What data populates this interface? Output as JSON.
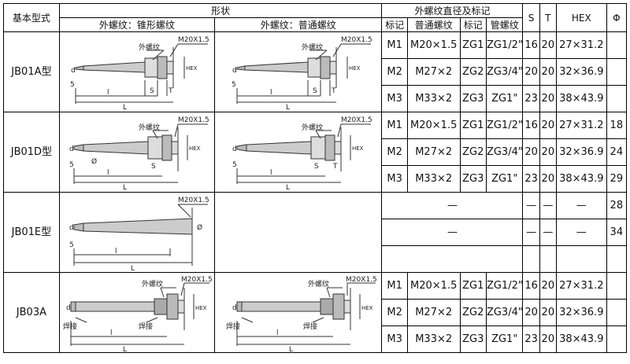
{
  "header": {
    "model_col": "基本型式",
    "shape_col": "形状",
    "shape_taper": "外螺纹：锥形螺纹",
    "shape_normal": "外螺纹：普通螺纹",
    "thread_col": "外螺纹直径及标记",
    "mark1": "标记",
    "normal_thread": "普通螺纹",
    "mark2": "标记",
    "pipe_thread": "管螺纹",
    "s": "S",
    "t": "T",
    "hex": "HEX",
    "phi": "Φ"
  },
  "drawing_labels": {
    "m20": "M20X1.5",
    "outer_thread": "外螺纹",
    "hex": "HEX",
    "d": "d",
    "L": "L",
    "l": "l",
    "s": "S",
    "t": "T",
    "five": "5",
    "phi": "Ø",
    "weld": "焊接"
  },
  "groups": [
    {
      "model": "JB01A型",
      "rows": [
        {
          "mark": "M1",
          "normal": "M20×1.5",
          "mark2": "ZG1",
          "pipe": "ZG1/2\"",
          "s": "16",
          "t": "20",
          "hex": "27×31.2",
          "phi": ""
        },
        {
          "mark": "M2",
          "normal": "M27×2",
          "mark2": "ZG2",
          "pipe": "ZG3/4\"",
          "s": "20",
          "t": "20",
          "hex": "32×36.9",
          "phi": ""
        },
        {
          "mark": "M3",
          "normal": "M33×2",
          "mark2": "ZG3",
          "pipe": "ZG1\"",
          "s": "23",
          "t": "20",
          "hex": "38×43.9",
          "phi": ""
        }
      ]
    },
    {
      "model": "JB01D型",
      "rows": [
        {
          "mark": "M1",
          "normal": "M20×1.5",
          "mark2": "ZG1",
          "pipe": "ZG1/2\"",
          "s": "16",
          "t": "20",
          "hex": "27×31.2",
          "phi": "18"
        },
        {
          "mark": "M2",
          "normal": "M27×2",
          "mark2": "ZG2",
          "pipe": "ZG3/4\"",
          "s": "20",
          "t": "20",
          "hex": "32×36.9",
          "phi": "24"
        },
        {
          "mark": "M3",
          "normal": "M33×2",
          "mark2": "ZG3",
          "pipe": "ZG1\"",
          "s": "23",
          "t": "20",
          "hex": "38×43.9",
          "phi": "29"
        }
      ]
    },
    {
      "model": "JB01E型",
      "rows": [
        {
          "dash": "—",
          "s": "—",
          "t": "—",
          "hex": "—",
          "phi": "28"
        },
        {
          "dash": "—",
          "s": "—",
          "t": "—",
          "hex": "—",
          "phi": "34"
        }
      ]
    },
    {
      "model": "JB03A",
      "rows": [
        {
          "mark": "M1",
          "normal": "M20×1.5",
          "mark2": "ZG1",
          "pipe": "ZG1/2\"",
          "s": "16",
          "t": "20",
          "hex": "27×31.2",
          "phi": ""
        },
        {
          "mark": "M2",
          "normal": "M27×2",
          "mark2": "ZG2",
          "pipe": "ZG3/4\"",
          "s": "20",
          "t": "20",
          "hex": "32×36.9",
          "phi": ""
        },
        {
          "mark": "M3",
          "normal": "M33×2",
          "mark2": "ZG3",
          "pipe": "ZG1\"",
          "s": "23",
          "t": "20",
          "hex": "38×43.9",
          "phi": ""
        }
      ]
    }
  ]
}
